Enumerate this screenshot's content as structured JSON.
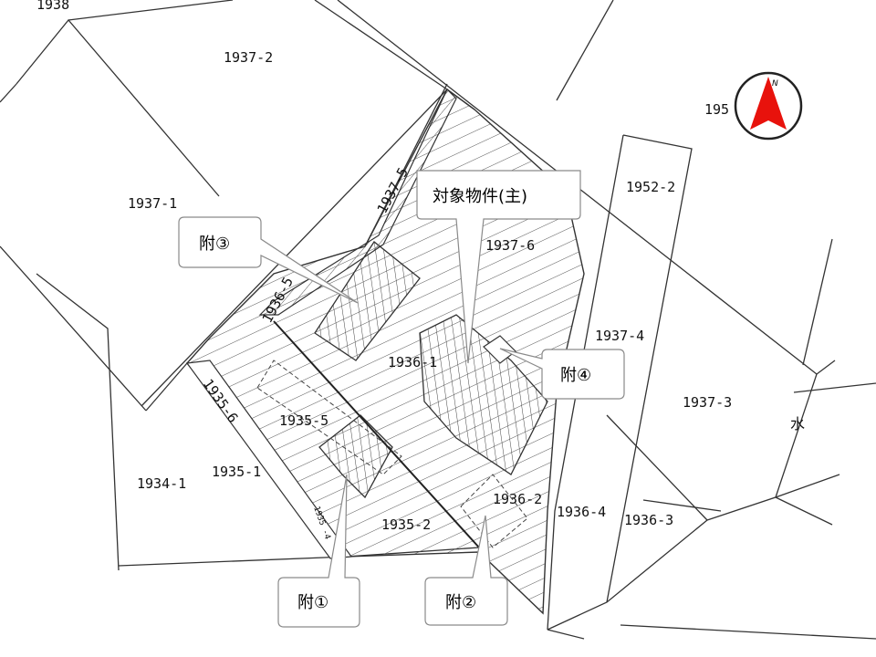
{
  "parcels": [
    "1938",
    "1937-2",
    "1937-1",
    "1936-5",
    "1935-6",
    "1937-5",
    "1935-5",
    "1935-1",
    "1934-1",
    "1935\n-4",
    "1935-2",
    "1936-1",
    "1937-6",
    "1952-2",
    "1937-4",
    "1937-3",
    "1936-2",
    "1936-4",
    "1936-3",
    "195"
  ],
  "water_label": "水",
  "callouts": {
    "main": "対象物件(主)",
    "annex1": "附①",
    "annex2": "附②",
    "annex3": "附③",
    "annex4": "附④"
  },
  "compass": {
    "north_label": "N",
    "arrow_color": "#e8120c"
  }
}
